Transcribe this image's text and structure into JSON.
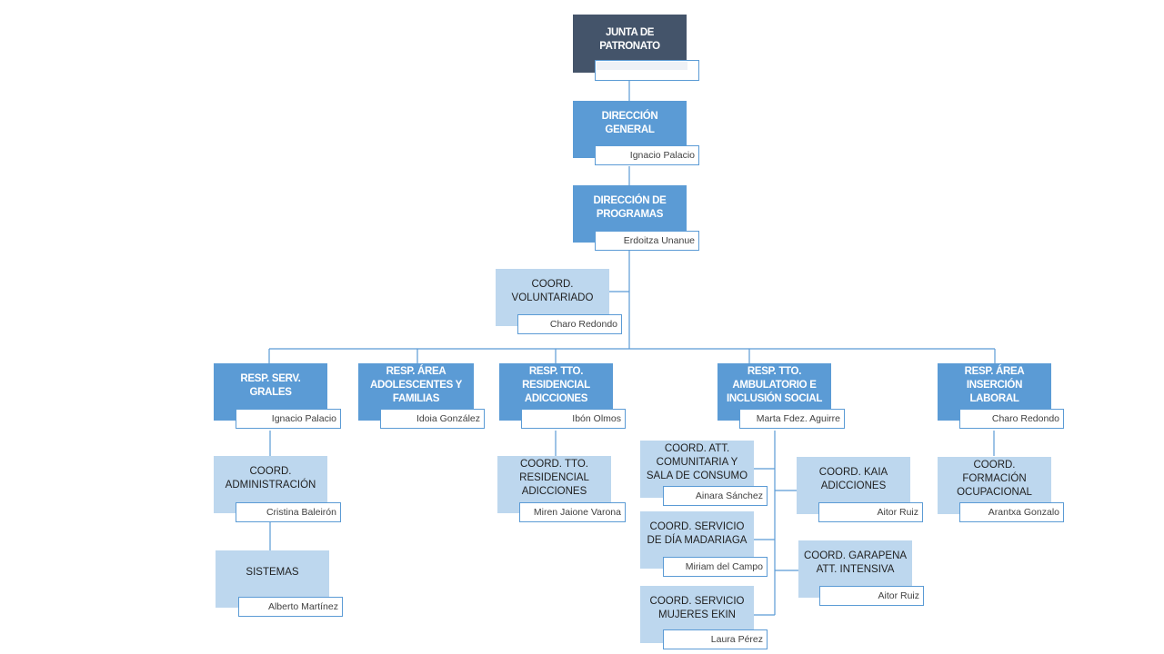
{
  "nodes": {
    "junta": {
      "title": "JUNTA DE PATRONATO",
      "person": ""
    },
    "dir_general": {
      "title": "DIRECCIÓN GENERAL",
      "person": "Ignacio Palacio"
    },
    "dir_programas": {
      "title": "DIRECCIÓN DE PROGRAMAS",
      "person": "Erdoitza Unanue"
    },
    "coord_voluntariado": {
      "title": "COORD. VOLUNTARIADO",
      "person": "Charo Redondo"
    },
    "resp_serv": {
      "title": "RESP. SERV. GRALES",
      "person": "Ignacio Palacio"
    },
    "resp_adol": {
      "title": "RESP. ÁREA ADOLESCENTES Y FAMILIAS",
      "person": "Idoia González"
    },
    "resp_resid": {
      "title": "RESP. TTO. RESIDENCIAL ADICCIONES",
      "person": "Ibón Olmos"
    },
    "resp_ambul": {
      "title": "RESP. TTO. AMBULATORIO E INCLUSIÓN SOCIAL",
      "person": "Marta Fdez. Aguirre"
    },
    "resp_insercion": {
      "title": "RESP. ÁREA INSERCIÓN LABORAL",
      "person": "Charo Redondo"
    },
    "coord_admin": {
      "title": "COORD. ADMINISTRACIÓN",
      "person": "Cristina Baleirón"
    },
    "sistemas": {
      "title": "SISTEMAS",
      "person": "Alberto Martínez"
    },
    "coord_resid": {
      "title": "COORD. TTO. RESIDENCIAL ADICCIONES",
      "person": "Miren Jaione Varona"
    },
    "coord_att_com": {
      "title": "COORD. ATT. COMUNITARIA Y SALA DE CONSUMO",
      "person": "Ainara Sánchez"
    },
    "coord_dia": {
      "title": "COORD. SERVICIO DE DÍA MADARIAGA",
      "person": "Miriam del Campo"
    },
    "coord_mujeres": {
      "title": "COORD. SERVICIO MUJERES EKIN",
      "person": "Laura Pérez"
    },
    "coord_kaia": {
      "title": "COORD. KAIA ADICCIONES",
      "person": "Aitor Ruiz"
    },
    "coord_garapena": {
      "title": "COORD. GARAPENA ATT. INTENSIVA",
      "person": "Aitor Ruiz"
    },
    "coord_formacion": {
      "title": "COORD. FORMACIÓN OCUPACIONAL",
      "person": "Arantxa Gonzalo"
    }
  },
  "colors": {
    "dark": "#44546a",
    "mid": "#5b9bd5",
    "light": "#bdd7ee",
    "connector": "#5b9bd5"
  }
}
